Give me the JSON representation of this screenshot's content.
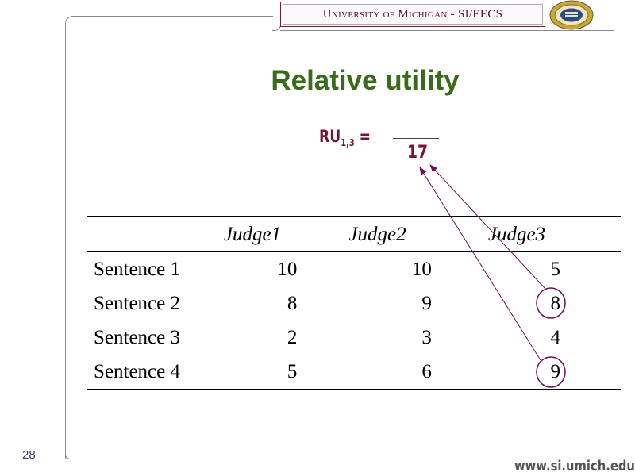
{
  "header": {
    "banner_text": "University of Michigan - SI/EECS"
  },
  "slide": {
    "title": "Relative utility",
    "formula": {
      "label": "RU",
      "subscript": "1,3",
      "equals": " =",
      "numerator": "",
      "denominator": "17"
    },
    "table": {
      "headers": [
        "",
        "Judge1",
        "Judge2",
        "Judge3"
      ],
      "rows": [
        {
          "name": "Sentence 1",
          "values": [
            "10",
            "10",
            "5"
          ]
        },
        {
          "name": "Sentence 2",
          "values": [
            "8",
            "9",
            "8"
          ]
        },
        {
          "name": "Sentence 3",
          "values": [
            "2",
            "3",
            "4"
          ]
        },
        {
          "name": "Sentence 4",
          "values": [
            "5",
            "6",
            "9"
          ]
        }
      ]
    },
    "annotation_color": "#6a0f5a"
  },
  "footer": {
    "page_number": "28",
    "url": "www.si.umich.edu"
  }
}
